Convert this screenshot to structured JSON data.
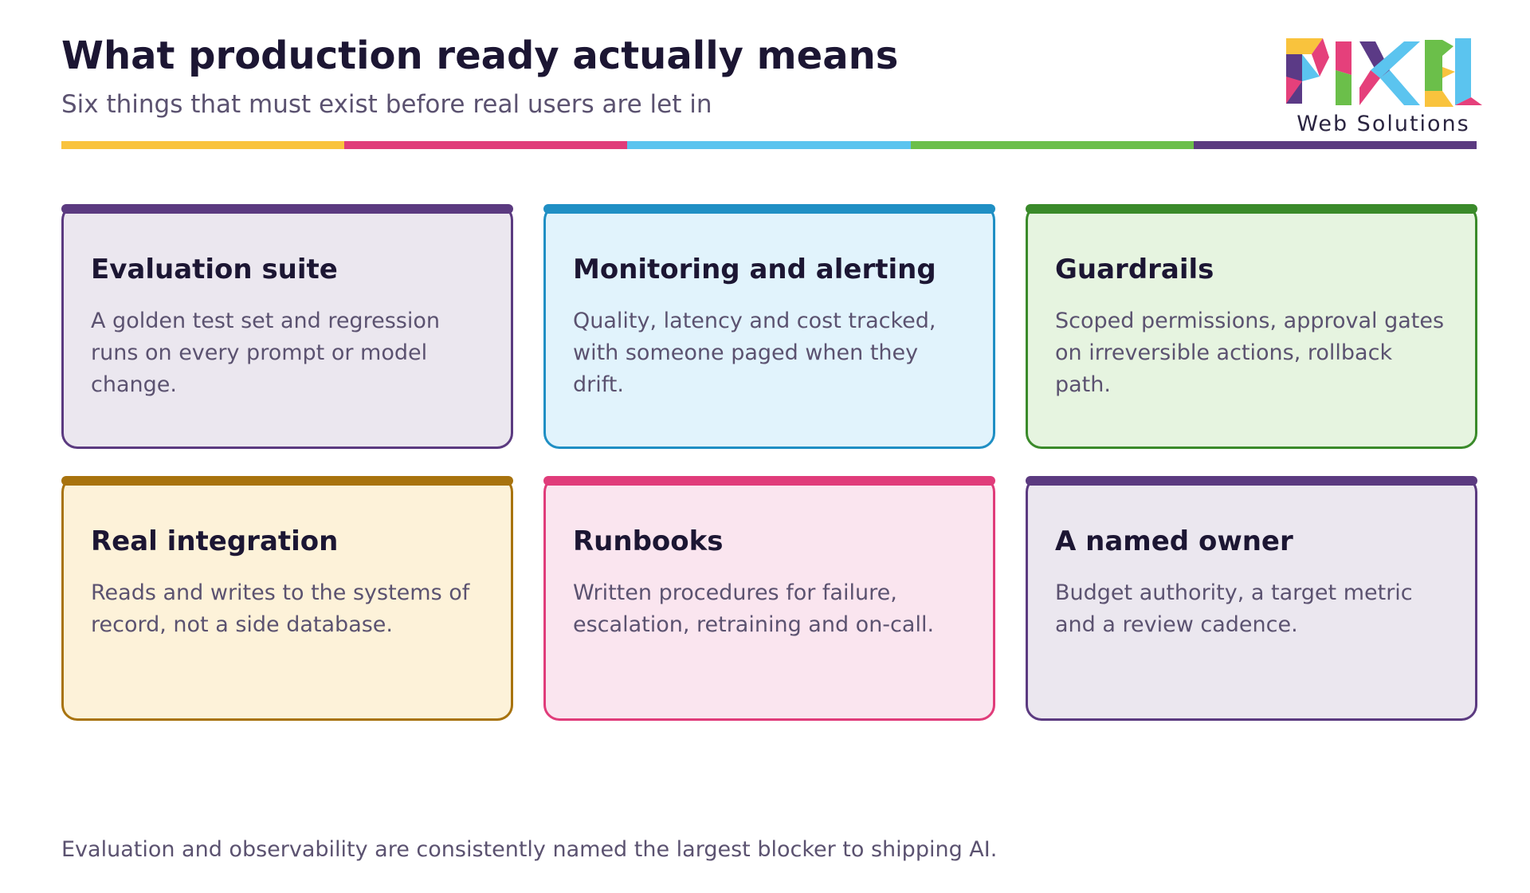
{
  "slide": {
    "title": "What production ready actually means",
    "subtitle": "Six things that must exist before real users are let in",
    "footnote": "Evaluation and observability are consistently named the largest blocker to shipping AI."
  },
  "logo": {
    "wordmark": "PIXEL",
    "tagline": "Web Solutions",
    "colors": [
      "#f9c33d",
      "#e5407b",
      "#5bc4ef",
      "#6bbf4a",
      "#5b3a86"
    ]
  },
  "rule_colors": [
    "#f9c33d",
    "#e03c7a",
    "#5bc4ef",
    "#6bbf4a",
    "#5b3a80"
  ],
  "cards": [
    {
      "title": "Evaluation suite",
      "body": "A golden test set and regression runs on every prompt or model change.",
      "accent": "#5b3a80",
      "background": "#ebe7ef"
    },
    {
      "title": "Monitoring and alerting",
      "body": "Quality, latency and cost tracked, with someone paged when they drift.",
      "accent": "#1f8fc4",
      "background": "#e1f3fc"
    },
    {
      "title": "Guardrails",
      "body": "Scoped permissions, approval gates on irreversible actions, rollback path.",
      "accent": "#3a8a2a",
      "background": "#e6f4e0"
    },
    {
      "title": "Real integration",
      "body": "Reads and writes to the systems of record, not a side database.",
      "accent": "#a8730e",
      "background": "#fdf2d9"
    },
    {
      "title": "Runbooks",
      "body": "Written procedures for failure, escalation, retraining and on-call.",
      "accent": "#e03c7a",
      "background": "#fae5ef"
    },
    {
      "title": "A named owner",
      "body": "Budget authority, a target metric and a review cadence.",
      "accent": "#5b3a80",
      "background": "#ebe7ef"
    }
  ]
}
